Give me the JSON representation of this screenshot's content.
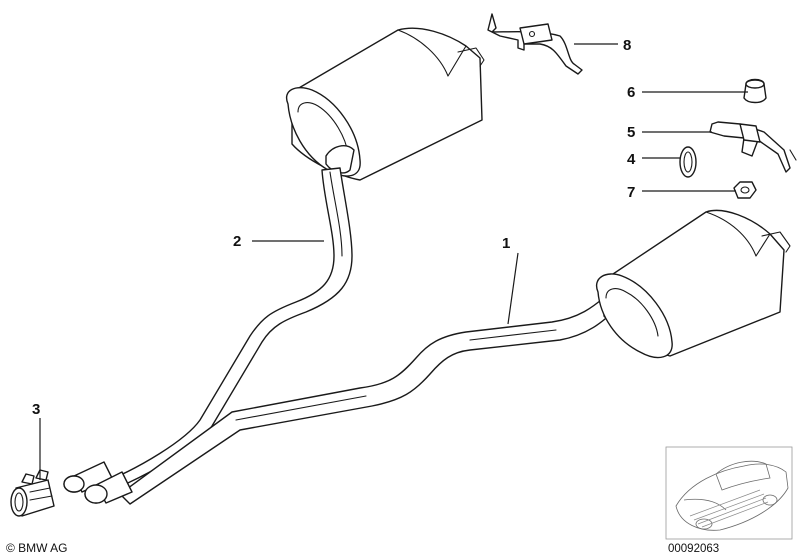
{
  "diagram": {
    "callouts": [
      "1",
      "2",
      "3",
      "4",
      "5",
      "6",
      "7",
      "8"
    ],
    "copyright": "© BMW AG",
    "reference_number": "00092063"
  }
}
